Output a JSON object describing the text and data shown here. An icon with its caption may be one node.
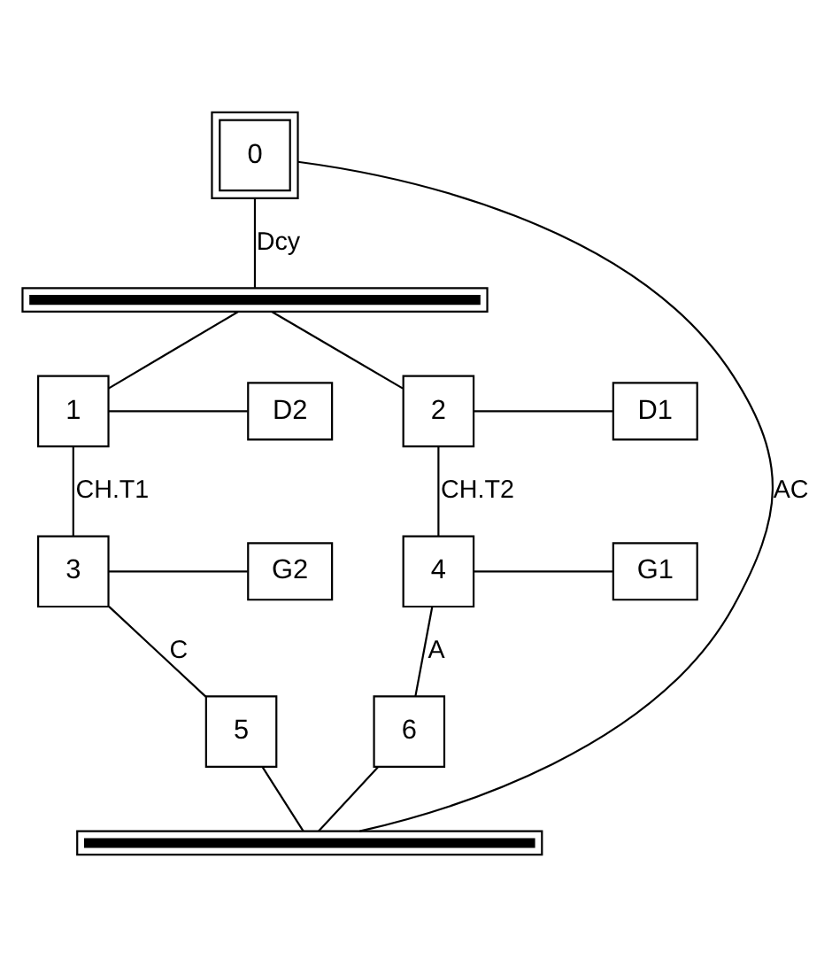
{
  "diagram": {
    "nodes": [
      {
        "text": [
          "0"
        ]
      },
      {
        "text": [],
        "shape": "bar"
      },
      {
        "text": [
          "1"
        ]
      },
      {
        "text": [
          "D2"
        ]
      },
      {
        "text": [
          "2"
        ]
      },
      {
        "text": [
          "D1"
        ]
      },
      {
        "text": [
          "3"
        ]
      },
      {
        "text": [
          "G2"
        ]
      },
      {
        "text": [
          "4"
        ]
      },
      {
        "text": [
          "G1"
        ]
      },
      {
        "text": [
          "5"
        ]
      },
      {
        "text": [
          "6"
        ]
      },
      {
        "text": [],
        "shape": "bar"
      }
    ],
    "edges": [
      {
        "from": 0,
        "to": 1,
        "arrow": "none",
        "label": "Dcy"
      },
      {
        "from": 1,
        "to": 2,
        "arrow": "none"
      },
      {
        "from": 1,
        "to": 4,
        "arrow": "none"
      },
      {
        "from": 2,
        "to": 3,
        "arrow": "none"
      },
      {
        "from": 4,
        "to": 5,
        "arrow": "none"
      },
      {
        "from": 2,
        "to": 6,
        "arrow": "none",
        "label": "CH.T1"
      },
      {
        "from": 6,
        "to": 7,
        "arrow": "none"
      },
      {
        "from": 4,
        "to": 8,
        "arrow": "none",
        "label": "CH.T2"
      },
      {
        "from": 8,
        "to": 9,
        "arrow": "none"
      },
      {
        "from": 6,
        "to": 10,
        "arrow": "none",
        "label": "C"
      },
      {
        "from": 8,
        "to": 11,
        "arrow": "none",
        "label": "A"
      },
      {
        "from": 10,
        "to": 12,
        "arrow": "none"
      },
      {
        "from": 11,
        "to": 12,
        "arrow": "none"
      },
      {
        "from": 12,
        "to": 0,
        "arrow": "none",
        "label": "AC"
      }
    ]
  }
}
